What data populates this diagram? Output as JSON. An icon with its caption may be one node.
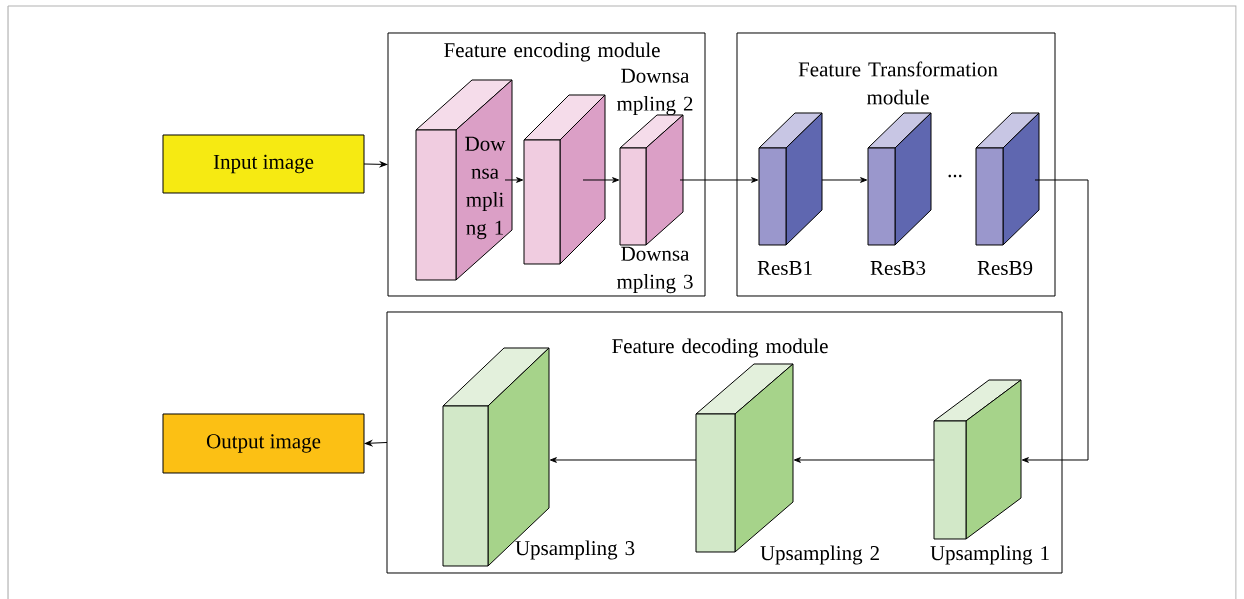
{
  "diagram": {
    "nodes": [
      {
        "text": [
          "Input image"
        ]
      },
      {
        "text": [
          "Feature encoding module"
        ]
      },
      {
        "text": [
          "Dow nsa mpli ng 1"
        ],
        "in": 1
      },
      {
        "text": [],
        "shape": "box",
        "beside": [
          "Downsa mpling 2"
        ],
        "in": 1
      },
      {
        "text": [],
        "shape": "box",
        "beside": [
          "Downsa mpling 3"
        ],
        "in": 1
      },
      {
        "text": [
          "Feature Transformation module"
        ]
      },
      {
        "text": [],
        "shape": "box",
        "beside": [
          "ResB1"
        ],
        "in": 5
      },
      {
        "text": [],
        "shape": "box",
        "beside": [
          "ResB3"
        ],
        "in": 5
      },
      {
        "text": [],
        "shape": "box",
        "beside": [
          "ResB9"
        ],
        "in": 5
      },
      {
        "text": [
          "Feature decoding module"
        ]
      },
      {
        "text": [],
        "shape": "box",
        "beside": [
          "Upsampling 3"
        ],
        "in": 9
      },
      {
        "text": [],
        "shape": "box",
        "beside": [
          "Upsampling 2"
        ],
        "in": 9
      },
      {
        "text": [],
        "shape": "box",
        "beside": [
          "Upsampling 1"
        ],
        "in": 9
      },
      {
        "text": [
          "Output image"
        ]
      }
    ],
    "edges": [
      {
        "from": 0,
        "to": 1,
        "arrow": "to"
      },
      {
        "from": 2,
        "to": 3,
        "arrow": "to"
      },
      {
        "from": 3,
        "to": 4,
        "arrow": "to"
      },
      {
        "from": 4,
        "to": 6,
        "arrow": "to"
      },
      {
        "from": 6,
        "to": 7,
        "arrow": "to"
      },
      {
        "from": 8,
        "to": 12,
        "arrow": "to"
      },
      {
        "from": 12,
        "to": 11,
        "arrow": "to"
      },
      {
        "from": 11,
        "to": 10,
        "arrow": "to"
      },
      {
        "from": 9,
        "to": 13,
        "arrow": "to"
      }
    ],
    "labels": [
      "..."
    ]
  }
}
